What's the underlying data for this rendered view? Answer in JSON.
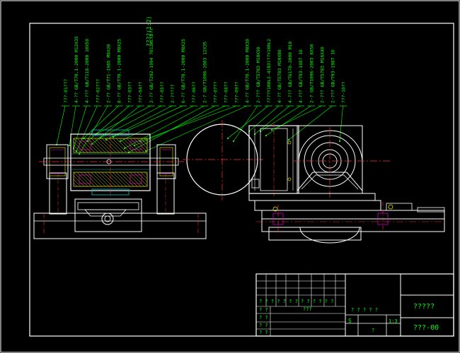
{
  "colors": {
    "background": "#000000",
    "frame": "#ffffff",
    "leader": "#00ff00",
    "centerline": "#ff3030",
    "part_outline": "#ffffff",
    "hatch_yellow": "#e8e800",
    "hatch_magenta": "#e000e0",
    "hatch_cyan": "#00c8c8",
    "part_green": "#00e000"
  },
  "drawing_id_top": "????(1:2)",
  "callouts": [
    {
      "text": "???-01???"
    },
    {
      "text": "4-?? GB/T70.1-2000  M12X35"
    },
    {
      "text": "4-??? GB/T118-2000  10X50"
    },
    {
      "text": "???-02???"
    },
    {
      "text": "2-?? GB/T71-1985  M8X20"
    },
    {
      "text": "8-?? GB/T70.1-2000  M8X25"
    },
    {
      "text": "???-03??"
    },
    {
      "text": "???-04??"
    },
    {
      "text": "2-?? GB/T292-1994  7013AC(D?)"
    },
    {
      "text": "???-05??"
    },
    {
      "text": "2-?????"
    },
    {
      "text": "6-?? GB/T70.1-2000  M8X25"
    },
    {
      "text": "???-06??"
    },
    {
      "text": "2-? GB/T1096-2003  12X35"
    },
    {
      "text": "???-07??"
    },
    {
      "text": "???-08??"
    },
    {
      "text": "???-09??"
    },
    {
      "text": "4-?? GB/T70.1-2000  M8X30"
    },
    {
      "text": "2-??? GB/T5783  M10X50"
    },
    {
      "text": "????Y100L2-4(B3)??Y100L2"
    },
    {
      "text": "4-?? GB/T5783  M10X80"
    },
    {
      "text": "4-??? GB/T6170-2000  M10"
    },
    {
      "text": "4-??? GB/T93-1987  10"
    },
    {
      "text": "2-? GB/T1096-2003  8X50"
    },
    {
      "text": "2-??? GB/T5783  M16X40"
    },
    {
      "text": "2-??? GB/T93-1987  16"
    },
    {
      "text": "???-10??"
    }
  ],
  "title_block": {
    "title": "?????",
    "drawing_number": "???-00",
    "scale": "1:3",
    "mark_s": "S",
    "question_marks_row": "? ? ?   ? ?   ? ? ?   ? ? ?   ? ?",
    "center_label": "???",
    "signature_cells": [
      "? ?",
      "? ?",
      "? ?",
      "? ?"
    ],
    "row_label_1": "? ? ? ? ?",
    "row_label_2": "?"
  }
}
